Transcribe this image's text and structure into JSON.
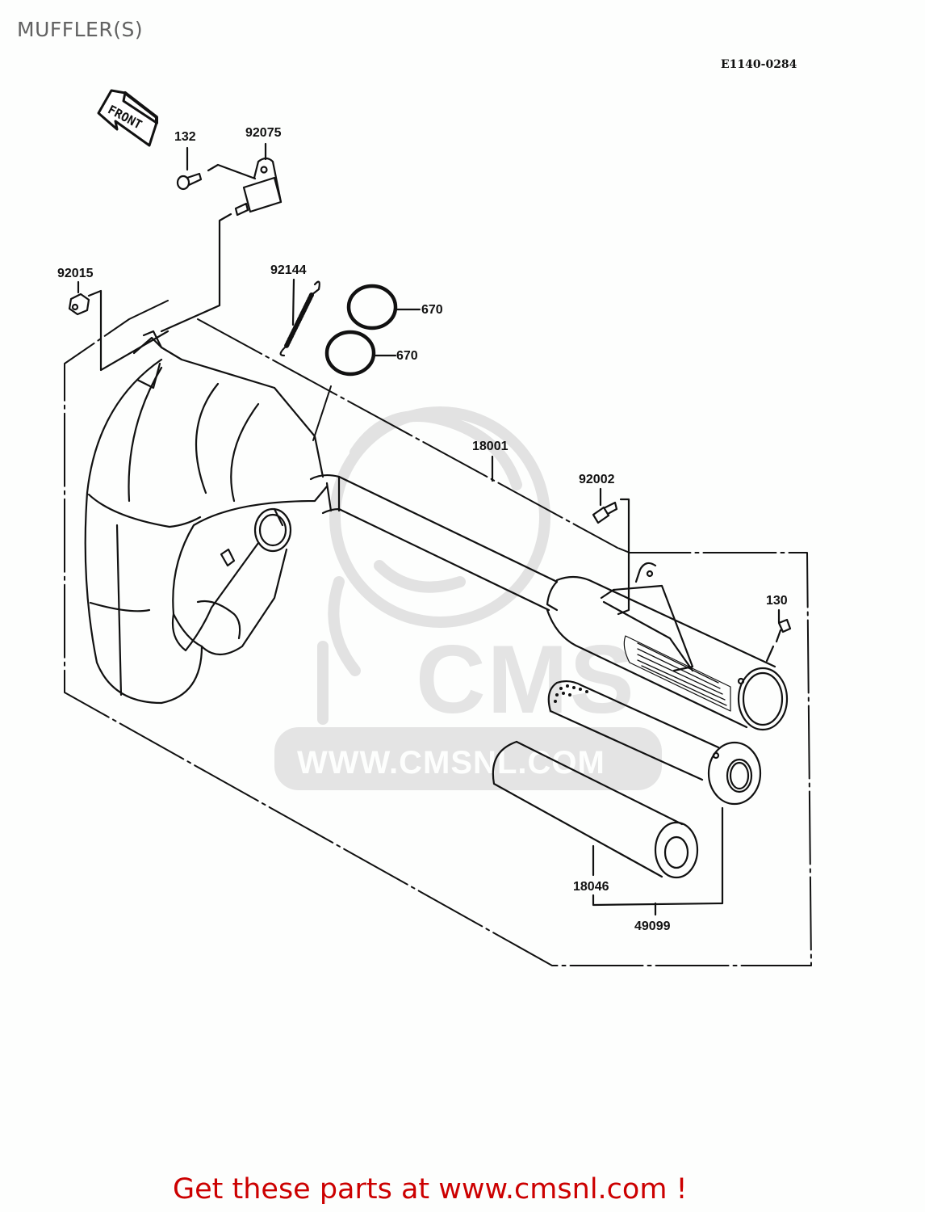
{
  "page": {
    "title": "MUFFLER(S)",
    "reference_code": "E1140-0284",
    "call_to_action": "Get these parts at www.cmsnl.com !",
    "accent_color": "#cc0000",
    "title_color": "#626262"
  },
  "watermark": {
    "logo_text": "CMS",
    "url_text": "WWW.CMSNL.COM"
  },
  "direction_indicator": {
    "label": "FRONT",
    "icon": "front-arrow-icon"
  },
  "parts": [
    {
      "number": "132",
      "description_icon": "bolt-icon"
    },
    {
      "number": "92075",
      "description_icon": "bracket-damper-icon"
    },
    {
      "number": "92015",
      "description_icon": "nut-icon"
    },
    {
      "number": "92144",
      "description_icon": "spring-icon"
    },
    {
      "number": "670",
      "description_icon": "o-ring-icon"
    },
    {
      "number": "670",
      "description_icon": "o-ring-icon"
    },
    {
      "number": "18001",
      "description_icon": "exhaust-pipe-icon"
    },
    {
      "number": "92002",
      "description_icon": "bolt-icon"
    },
    {
      "number": "130",
      "description_icon": "bolt-icon"
    },
    {
      "number": "18046",
      "description_icon": "packing-tube-icon"
    },
    {
      "number": "49099",
      "description_icon": "silencer-insert-icon"
    }
  ]
}
